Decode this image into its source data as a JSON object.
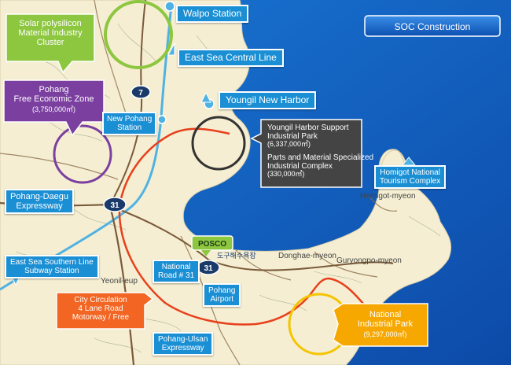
{
  "badge": {
    "label": "SOC Construction"
  },
  "transport": {
    "walpo": "Walpo Station",
    "east_sea_central": "East Sea Central Line",
    "youngil_new_harbor": "Youngil New Harbor",
    "new_pohang_station": [
      "New Pohang",
      "Station"
    ],
    "pohang_daegu": [
      "Pohang-Daegu",
      "Expressway"
    ],
    "east_sea_southern": [
      "East Sea Southern Line",
      "Subway Station"
    ],
    "national_road_31": [
      "National",
      "Road # 31"
    ],
    "pohang_airport": [
      "Pohang",
      "Airport"
    ],
    "pohang_ulsan": [
      "Pohang-Ulsan",
      "Expressway"
    ],
    "homigot_complex": [
      "Homigot National",
      "Tourism Complex"
    ]
  },
  "zones": {
    "solar": [
      "Solar polysilicon",
      "Material Industry",
      "Cluster"
    ],
    "pohang_fez": {
      "lines": [
        "Pohang",
        "Free Economic Zone"
      ],
      "area": "(3,750,000㎡)"
    },
    "youngil_support": {
      "lines": [
        "Youngil Harbor Support",
        "Industrial Park"
      ],
      "area": "(6,337,000㎡)"
    },
    "parts_material": {
      "lines": [
        "Parts and Material Specialized",
        "Industrial Complex"
      ],
      "area": "(330,000㎡)"
    },
    "city_circulation": [
      "City Circulation",
      "4 Lane Road",
      "Motorway / Free"
    ],
    "national_park": {
      "lines": [
        "National",
        "Industrial Park"
      ],
      "area": "(9,297,000㎡)"
    }
  },
  "shields": {
    "r7": "7",
    "r31a": "31",
    "r31b": "31"
  },
  "posco": "POSCO",
  "places": {
    "homigot_myeon": "Homigot-myeon",
    "donghae_myeon": "Donghae-myeon",
    "guryongpo_myeon": "Guryongpo-myeon",
    "yeonil_eup": "Yeonil-eup",
    "beach": "도구해수욕장"
  },
  "colors": {
    "sea": "#1565c0",
    "land": "#f5eed2",
    "rail": "#4fb2e3",
    "ring_road": "#e8401c",
    "label_blue": "#1b8fd4",
    "solar_green": "#8dc63f",
    "fez_purple": "#7b3fa0",
    "support_gray": "#444444",
    "city_orange": "#f26522",
    "park_gold": "#f6a800",
    "circle_yellow": "#f5c400"
  }
}
